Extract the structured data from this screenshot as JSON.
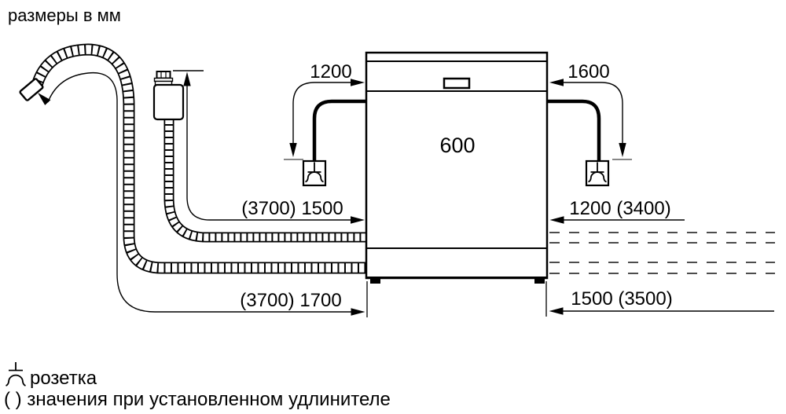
{
  "title": "размеры в мм",
  "dimensions": {
    "top_left": "1200",
    "top_right": "1600",
    "appliance_width": "600",
    "middle_left": "(3700) 1500",
    "middle_right": "1200 (3400)",
    "bottom_left": "(3700) 1700",
    "bottom_right": "1500 (3500)"
  },
  "legend": {
    "socket": {
      "icon": "socket-icon",
      "label": "розетка"
    },
    "note": "( ) значения при установленном удлинителе"
  },
  "colors": {
    "ink": "#000000",
    "background": "#ffffff",
    "dash": "#333333",
    "ground": "#888888"
  }
}
